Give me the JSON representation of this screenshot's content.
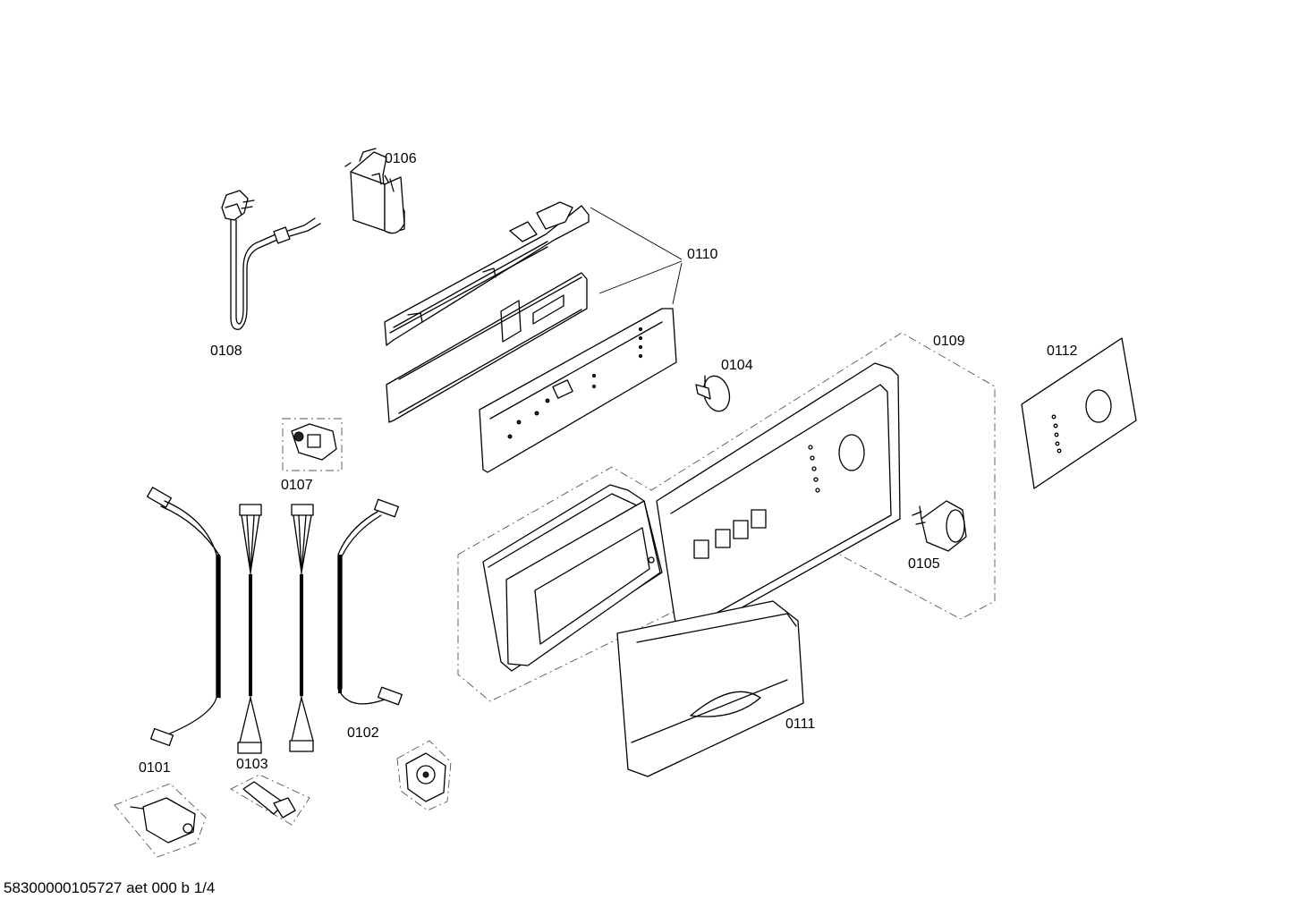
{
  "parts": [
    {
      "id": "0101"
    },
    {
      "id": "0102"
    },
    {
      "id": "0103"
    },
    {
      "id": "0104"
    },
    {
      "id": "0105"
    },
    {
      "id": "0106"
    },
    {
      "id": "0107"
    },
    {
      "id": "0108"
    },
    {
      "id": "0109"
    },
    {
      "id": "0110"
    },
    {
      "id": "0111"
    },
    {
      "id": "0112"
    }
  ],
  "footer": {
    "text": "58300000105727 aet 000 b 1/4"
  }
}
